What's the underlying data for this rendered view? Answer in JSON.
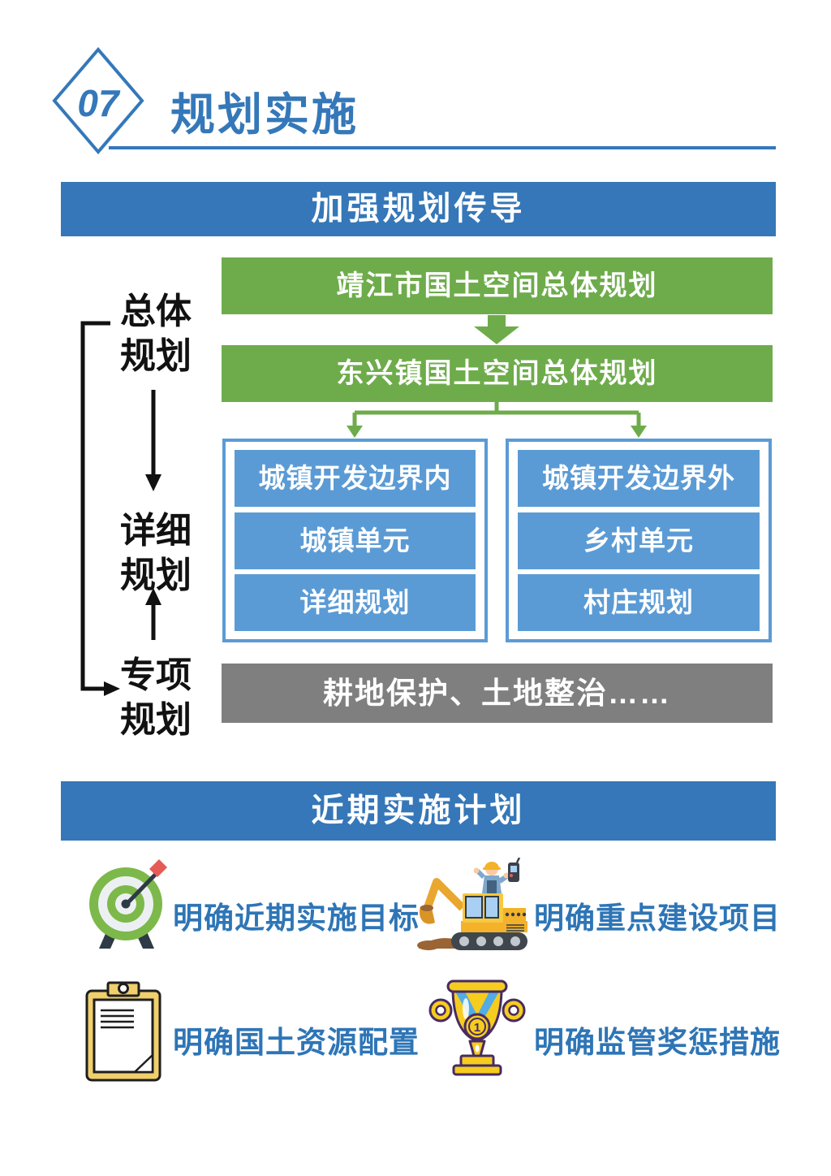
{
  "colors": {
    "banner_blue": "#3577B8",
    "light_blue": "#5B9BD5",
    "green": "#6EAC4B",
    "gray": "#7F7F7F",
    "title_blue": "#3478B9",
    "item_text_blue": "#2E75B6",
    "black_text": "#111111"
  },
  "header": {
    "number": "07",
    "title": "规划实施"
  },
  "section1": {
    "banner": "加强规划传导",
    "side_labels": {
      "overall": "总体规划",
      "detailed": "详细规划",
      "special": "专项规划"
    },
    "flow": {
      "top_box": "靖江市国土空间总体规划",
      "second_box": "东兴镇国土空间总体规划",
      "left_column": [
        "城镇开发边界内",
        "城镇单元",
        "详细规划"
      ],
      "right_column": [
        "城镇开发边界外",
        "乡村单元",
        "村庄规划"
      ],
      "bottom_bar": "耕地保护、土地整治……"
    }
  },
  "section2": {
    "banner": "近期实施计划",
    "items": [
      {
        "icon": "target-icon",
        "label": "明确近期实施目标"
      },
      {
        "icon": "excavator-icon",
        "label": "明确重点建设项目"
      },
      {
        "icon": "clipboard-icon",
        "label": "明确国土资源配置"
      },
      {
        "icon": "trophy-icon",
        "label": "明确监管奖惩措施",
        "medal_text": "1"
      }
    ]
  }
}
